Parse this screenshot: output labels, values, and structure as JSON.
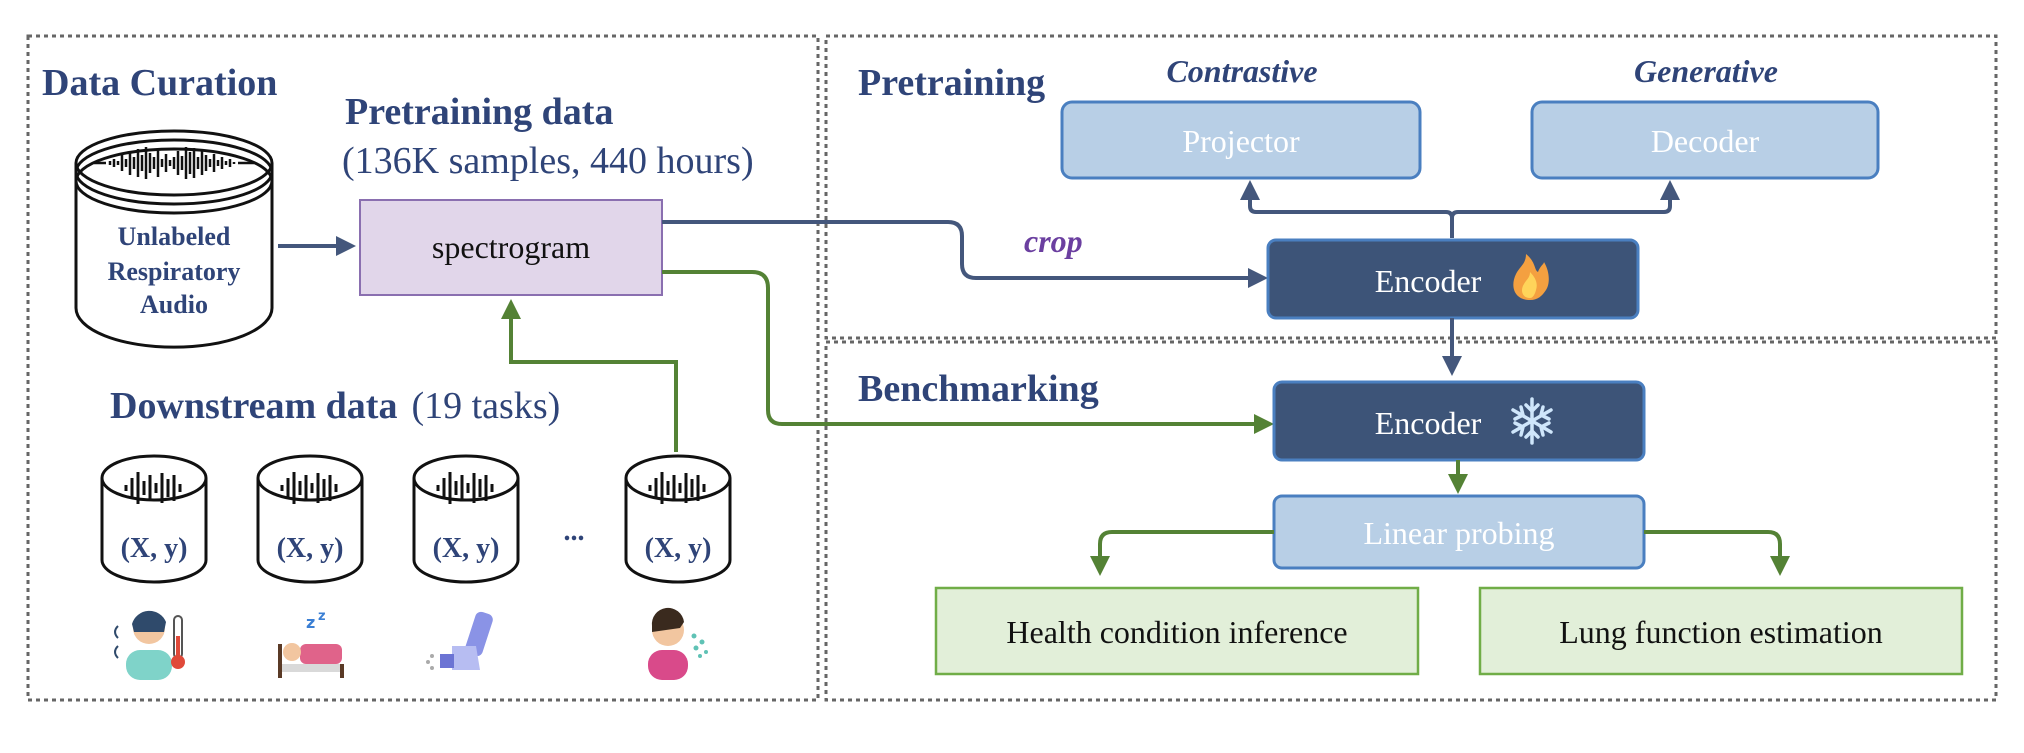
{
  "sections": {
    "data_curation": "Data Curation",
    "pretraining": "Pretraining",
    "benchmarking": "Benchmarking"
  },
  "pretraining_data": {
    "title": "Pretraining data",
    "subtitle": "(136K samples, 440 hours)"
  },
  "spectrogram_label": "spectrogram",
  "unlabeled_audio": {
    "line1": "Unlabeled",
    "line2": "Respiratory",
    "line3": "Audio"
  },
  "downstream": {
    "title": "Downstream data",
    "count": "(19 tasks)",
    "dataset_label": "(X, y)",
    "ellipsis": "..."
  },
  "pretraining_branch": {
    "contrastive": "Contrastive",
    "generative": "Generative",
    "projector": "Projector",
    "decoder": "Decoder",
    "encoder": "Encoder",
    "crop": "crop"
  },
  "benchmarking_branch": {
    "encoder": "Encoder",
    "linear_probing": "Linear probing",
    "health_inference": "Health condition inference",
    "lung_function": "Lung function estimation"
  },
  "icons": [
    "audio-waveform-icon",
    "fire-icon",
    "snowflake-icon",
    "fever-person-icon",
    "sleeping-person-icon",
    "inhaler-icon",
    "coughing-person-icon"
  ],
  "colors": {
    "dark_navy": "#3d5478",
    "light_blue": "#b8cfe6",
    "lavender": "#e1d6ea",
    "light_green": "#e2efd9",
    "arrow_blue": "#44577c",
    "arrow_green": "#548235",
    "title_blue": "#2f4478",
    "crop_purple": "#6b3fa0"
  }
}
